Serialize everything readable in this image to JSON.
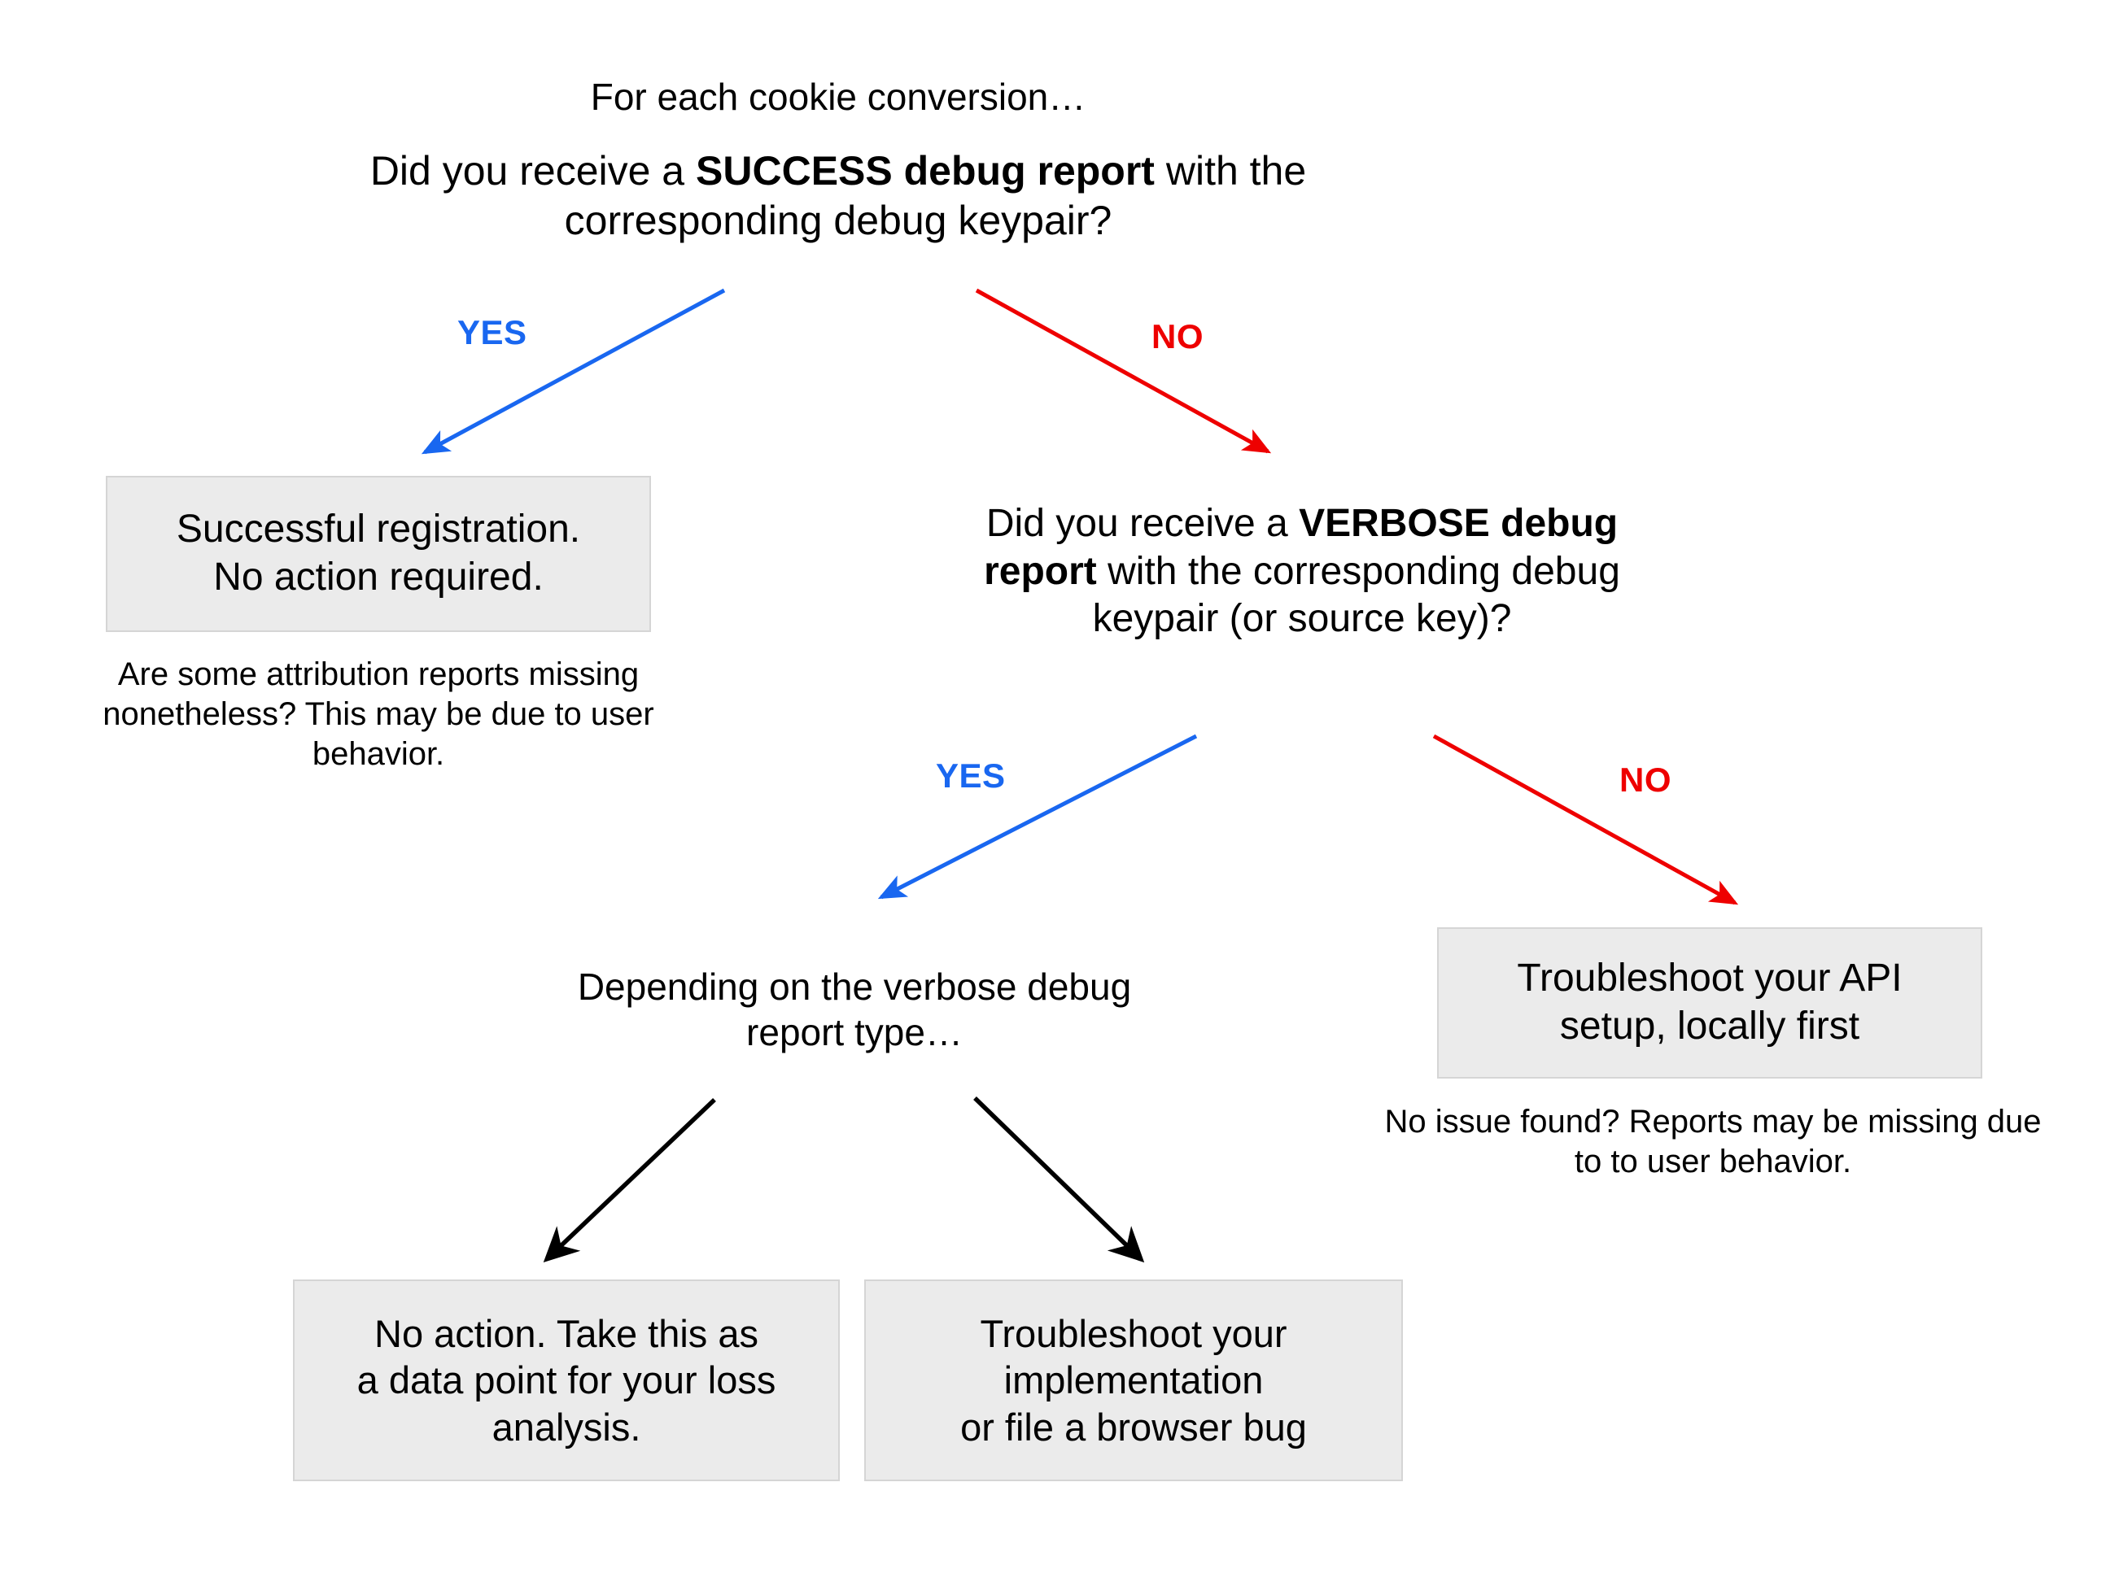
{
  "diagram": {
    "title_intro": "For each cookie conversion…",
    "question1": {
      "before": "Did you receive a ",
      "strong": "SUCCESS debug report",
      "after": " with the corresponding debug keypair?"
    },
    "question2": {
      "before": "Did you receive a ",
      "strong": "VERBOSE debug report",
      "after": " with the corresponding debug keypair (or source key)?"
    },
    "edges": {
      "yes_1": "YES",
      "no_1": "NO",
      "yes_2": "YES",
      "no_2": "NO"
    },
    "boxes": {
      "success": "Successful registration.\nNo action required.",
      "api_setup": "Troubleshoot your API\nsetup, locally first",
      "no_action": "No action. Take this as\na data point for your loss\nanalysis.",
      "implementation": "Troubleshoot your\nimplementation\nor file a browser bug"
    },
    "notes": {
      "left": "Are some attribution reports missing nonetheless? This may be due to user behavior.",
      "right": "No issue found? Reports may be missing due to to user behavior.",
      "mid": "Depending on the verbose debug report type…"
    },
    "colors": {
      "yes": "#1967f0",
      "no": "#ee0000",
      "arrow_black": "#000000",
      "box_fill": "#ebebeb",
      "box_border": "#d5d5d5"
    }
  }
}
